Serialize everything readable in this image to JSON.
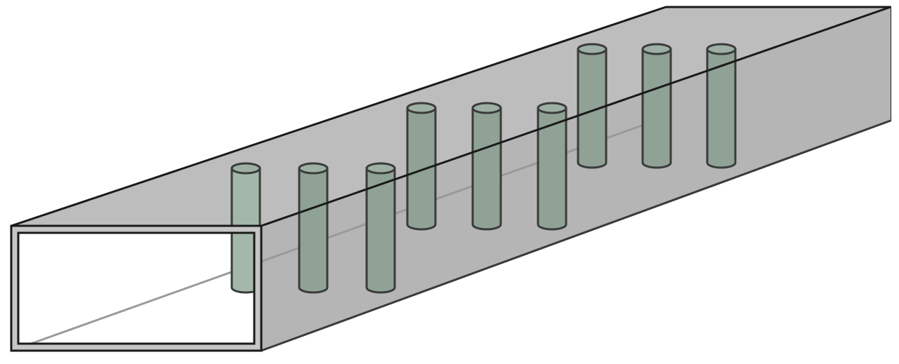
{
  "diagram": {
    "subject": "rectangular-tube-with-vertical-posts",
    "post_rows": [
      {
        "posts": 3
      },
      {
        "posts": 3
      },
      {
        "posts": 3
      }
    ],
    "colors": {
      "tube_face": "#b9b9b9",
      "tube_top": "#bdbdbd",
      "tube_inner": "#d6d6d6",
      "tube_frame": "#c6c6c6",
      "outline": "#1a1a1a",
      "post_body": "#8fa295",
      "post_top": "#9db0a3",
      "post_outline": "#3b3b3b",
      "post_visible_through_opening": "#a3b8aa",
      "floor_line": "#9a9a9a"
    }
  }
}
